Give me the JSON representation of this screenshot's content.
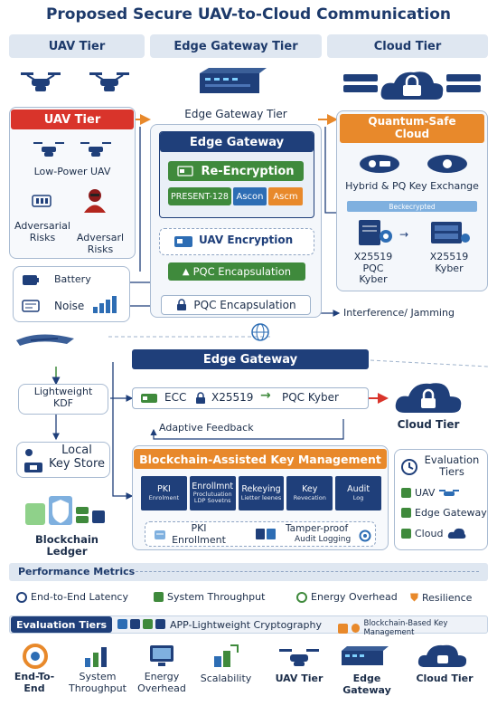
{
  "title": "Proposed Secure UAV-to-Cloud Communication",
  "tiers_header": [
    "UAV Tier",
    "Edge Gateway Tier",
    "Cloud Tier"
  ],
  "uav": {
    "tier_label": "UAV Tier",
    "low_power": "Low-Power UAV",
    "adv1": "Adversarial\nRisks",
    "adv2": "Adversarl\nRisks",
    "battery": "Battery",
    "noise": "Noise"
  },
  "edge": {
    "device_label": "Edge Gateway Tier",
    "box_title": "Edge Gateway",
    "reencrypt": "Re-Encryption",
    "ciphers": [
      "PRESENT-128",
      "Ascon",
      "Ascm"
    ],
    "uav_enc": "UAV Encryption",
    "pqc_inner": "PQC Encapsulation",
    "pqc_outer": "PQC Encapsulation",
    "interference": "Interference/ Jamming"
  },
  "cloud": {
    "box_title": "Quantum-Safe\nCloud",
    "hybrid": "Hybrid & PQ Key Exchange",
    "bar": "Beckecrypted",
    "left_algo": "X25519\nPQC\nKyber",
    "right_algo": "X25519\nKyber"
  },
  "flow": {
    "bar": "Edge Gateway",
    "kdf": "Lightweight\nKDF",
    "ecc": "ECC",
    "x25519": "X25519",
    "pqc_kyber": "PQC Kyber",
    "cloud_tier": "Cloud Tier",
    "adaptive": "Adaptive Feedback",
    "local_store": "Local\nKey Store",
    "ledger": "Blockchain Ledger"
  },
  "bkm": {
    "title": "Blockchain-Assisted Key Management",
    "items": [
      {
        "top": "PKI",
        "bottom": "Enrolment"
      },
      {
        "top": "Enrollmnt",
        "bottom": "Proclutuation\nLDP Sovetns"
      },
      {
        "top": "Rekeying",
        "bottom": "Lietter leenes"
      },
      {
        "top": "Key",
        "bottom": "Revecation"
      },
      {
        "top": "Audit",
        "bottom": "Log"
      }
    ],
    "pki_enroll": "PKI\nEnrollment",
    "tamper": "Tamper-proof",
    "audit_logging": "Audit Logging"
  },
  "eval_side": {
    "title": "Evaluation\nTiers",
    "items": [
      "UAV",
      "Edge Gateway",
      "Cloud"
    ]
  },
  "performance": {
    "title": "Performance Metrics",
    "metrics": [
      "End-to-End Latency",
      "System Throughput",
      "Energy Overhead",
      "Resilience"
    ]
  },
  "eval_bar": {
    "title": "Evaluation Tiers",
    "app": "APP-Lightweight Cryptography",
    "bkm": "Blockchain-Based Key Management"
  },
  "bottom": [
    "End-To-\nEnd",
    "System\nThroughput",
    "Energy\nOverhead",
    "Scalability",
    "UAV Tier",
    "Edge Gateway",
    "Cloud Tier"
  ],
  "colors": {
    "navy": "#1f3f7a",
    "red": "#d9342b",
    "orange": "#e8892b",
    "green": "#3f8a3c",
    "blue": "#2d6db4"
  }
}
